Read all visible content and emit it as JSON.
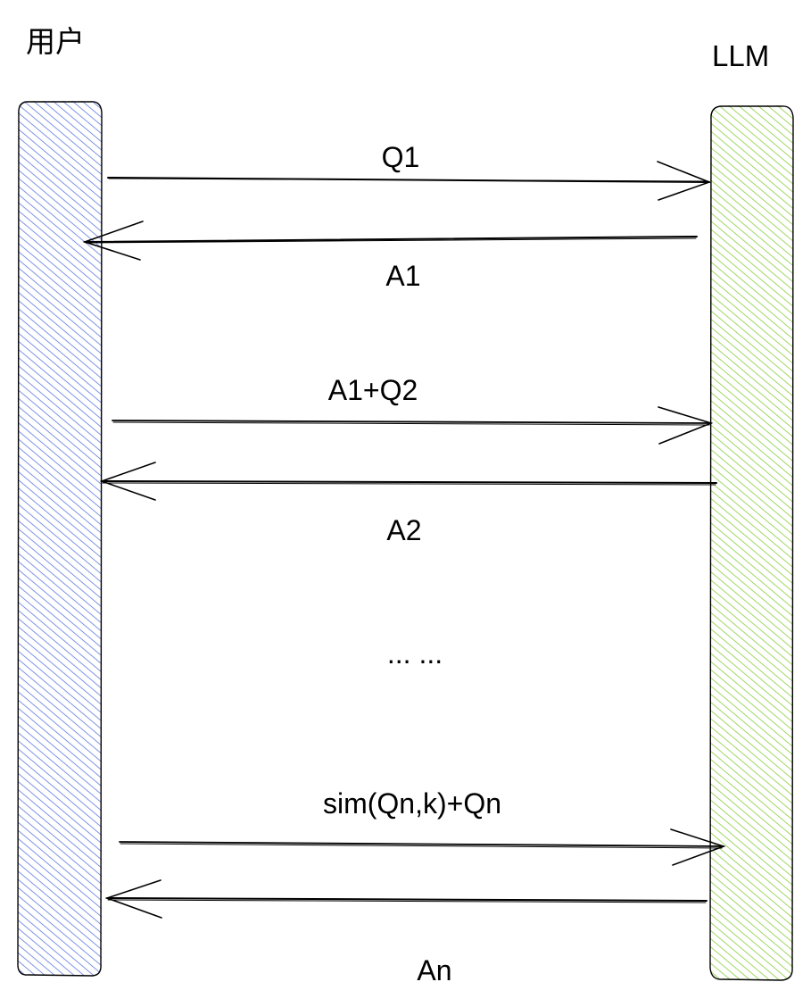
{
  "actors": {
    "user": {
      "label": "用户",
      "fill": "#6a82e0"
    },
    "llm": {
      "label": "LLM",
      "fill": "#8fd34a"
    }
  },
  "messages": [
    {
      "label": "Q1",
      "direction": "to-llm"
    },
    {
      "label": "A1",
      "direction": "to-user"
    },
    {
      "label": "A1+Q2",
      "direction": "to-llm"
    },
    {
      "label": "A2",
      "direction": "to-user"
    },
    {
      "label": "sim(Qn,k)+Qn",
      "direction": "to-llm"
    },
    {
      "label": "An",
      "direction": "to-user"
    }
  ],
  "ellipsis": "... ...",
  "colors": {
    "stroke": "#000000"
  }
}
